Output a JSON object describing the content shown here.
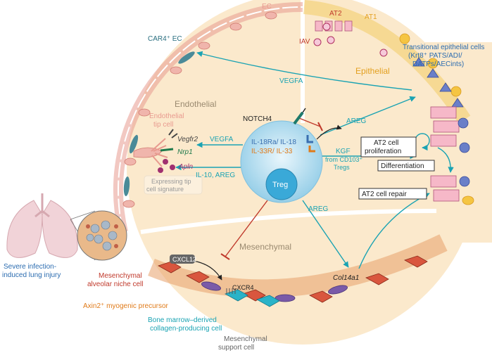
{
  "regions": {
    "endothelial": "Endothelial",
    "epithelial": "Epithelial",
    "mesenchymal": "Mesenchymal"
  },
  "labels": {
    "ec": "EC",
    "car4_ec": "CAR4⁺ EC",
    "at2": "AT2",
    "at1": "AT1",
    "iav": "IAV",
    "transitional": [
      "Transitional epithelial cells",
      "(Krt8⁺ PATS/ADI/",
      "DATPs/AECints)"
    ],
    "vegfa_top": "VEGFA",
    "endothelial_tip": [
      "Endothelial",
      "tip cell"
    ],
    "vegfr2": "Vegfr2",
    "nrp1": "Nrp1",
    "apln": "Apln",
    "expressing_tip": [
      "Expressing tip",
      "cell signature"
    ],
    "vegfa_mid": "VEGFA",
    "il10_areg": "IL-10, AREG",
    "notch4": "NOTCH4",
    "il18": "IL-18Ra/ IL-18",
    "il33": "IL-33R/ IL-33",
    "treg": "Treg",
    "areg_upper": "AREG",
    "kgf": [
      "KGF",
      "from CD103⁺",
      "Tregs"
    ],
    "at2_prolif": [
      "AT2 cell",
      "proliferation"
    ],
    "differentiation": "Differentiation",
    "at2_repair": "AT2 cell repair",
    "areg_lower": "AREG",
    "col14a1": "Col14a1",
    "cxcl12": "CXCL12",
    "cxcr4": "CXCR4",
    "mes_niche": [
      "Mesenchymal",
      "alveolar niche cell"
    ],
    "axin2": "Axin2⁺ myogenic precursor",
    "bone_marrow": [
      "Bone marrow–derived",
      "collagen-producing cell"
    ],
    "mes_support": [
      "Mesenchymal",
      "support cell"
    ],
    "lung_injury": [
      "Severe infection-",
      "induced lung injury"
    ]
  },
  "colors": {
    "background_fan": "#fbe9cc",
    "teal": "#1aa3b3",
    "red": "#c0392b",
    "endothelial_pink": "#e89a8f",
    "at1_orange": "#e3a020",
    "blue_text": "#2b6cb0",
    "purple": "#a0306f",
    "orange_text": "#e07b1a",
    "green": "#1e7a4b",
    "treg_blue": "#9fd3ec"
  }
}
